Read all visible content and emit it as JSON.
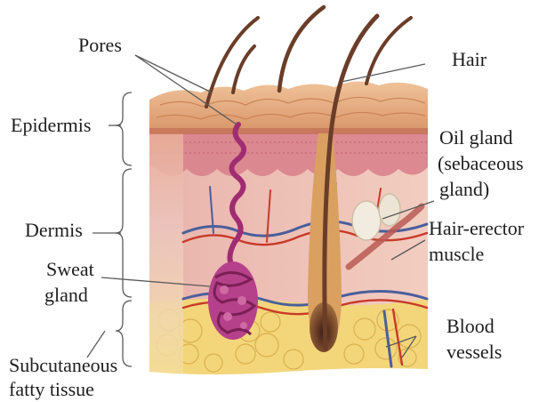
{
  "labels": {
    "pores": "Pores",
    "hair": "Hair",
    "epidermis": "Epidermis",
    "oil_gland": [
      "Oil gland",
      "(sebaceous",
      "gland)"
    ],
    "dermis": "Dermis",
    "hair_erector": [
      "Hair-erector",
      "muscle"
    ],
    "sweat_gland": [
      "Sweat",
      "gland"
    ],
    "blood_vessels": [
      "Blood",
      "vessels"
    ],
    "subcutaneous": [
      "Subcutaneous",
      "fatty tissue"
    ]
  },
  "colors": {
    "label_text": "#1e1e1e",
    "leader_line": "#5a5a5a",
    "epidermis_surface": "#e3a77e",
    "dermis": "#ecc0b3",
    "fat": "#f3d67a",
    "hair_shaft": "#6a3d28",
    "sweat_gland": "#a02c72",
    "vein": "#4a5f9c",
    "artery": "#c83a2a"
  }
}
